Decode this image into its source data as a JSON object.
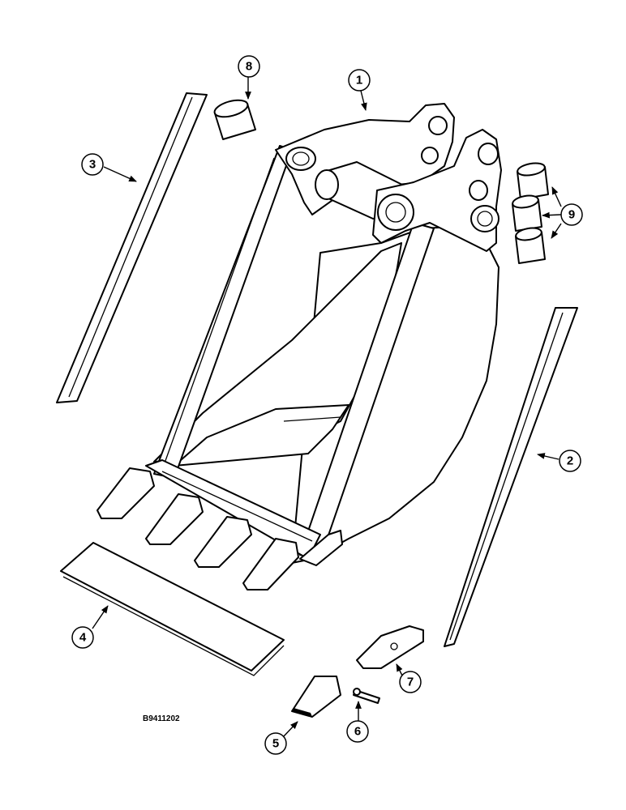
{
  "diagram": {
    "reference_code": "B9411202",
    "callouts": [
      {
        "id": "1",
        "label": "1"
      },
      {
        "id": "2",
        "label": "2"
      },
      {
        "id": "3",
        "label": "3"
      },
      {
        "id": "4",
        "label": "4"
      },
      {
        "id": "5",
        "label": "5"
      },
      {
        "id": "6",
        "label": "6"
      },
      {
        "id": "7",
        "label": "7"
      },
      {
        "id": "8",
        "label": "8"
      },
      {
        "id": "9",
        "label": "9"
      }
    ]
  }
}
